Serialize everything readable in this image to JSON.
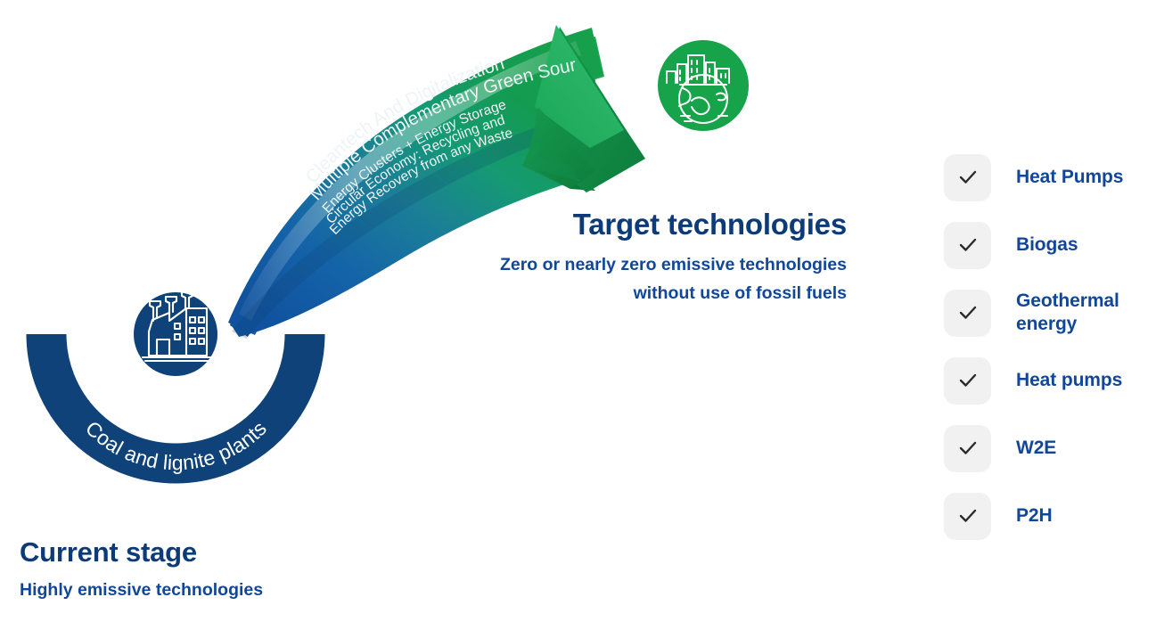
{
  "colors": {
    "navy_deep": "#0d3b7a",
    "navy_text": "#11479b",
    "arc_blue": "#0e4279",
    "circle_blue": "#0e4279",
    "green_circle": "#16a34a",
    "arrow_blue": "#1461a8",
    "arrow_green": "#19a04e",
    "checkbox_bg": "#f1f1f1",
    "check_mark": "#2b2b2b",
    "icon_white": "#ffffff"
  },
  "current_stage": {
    "title": "Current stage",
    "description": "Highly emissive technologies",
    "arc_label": "Coal and lignite plants",
    "icon": "factory-icon"
  },
  "target_stage": {
    "title": "Target technologies",
    "description": "Zero or nearly zero emissive technologies without use of fossil fuels",
    "icon": "green-city-globe-icon"
  },
  "arrow": {
    "icon": "curved-transition-arrow",
    "lines": [
      "Cleantech And Digitalization",
      "Multiple Complementary Green Sources",
      "Energy Clusters + Energy Storage",
      "Circular Economy: Recycling and",
      "Energy Recovery from any Waste"
    ]
  },
  "checklist": {
    "check_icon": "check-icon",
    "items": [
      {
        "label": "Heat Pumps"
      },
      {
        "label": "Biogas"
      },
      {
        "label": "Geothermal energy"
      },
      {
        "label": "Heat pumps"
      },
      {
        "label": "W2E"
      },
      {
        "label": "P2H"
      }
    ]
  }
}
